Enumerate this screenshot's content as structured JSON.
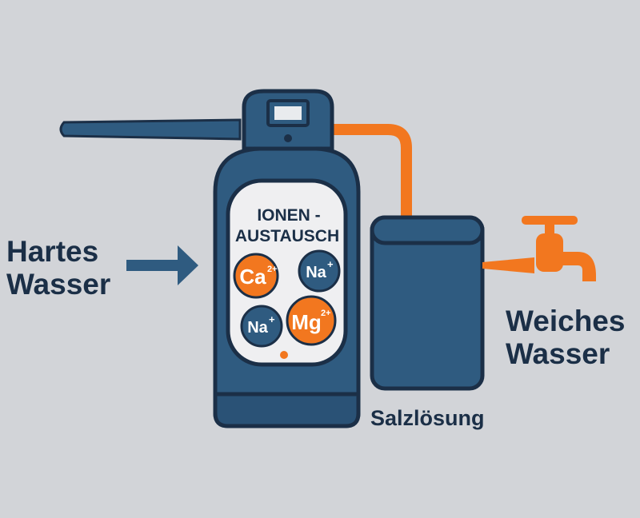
{
  "labels": {
    "input_line1": "Hartes",
    "input_line2": "Wasser",
    "output_line1": "Weiches",
    "output_line2": "Wasser",
    "brine": "Salzlösung"
  },
  "tank": {
    "title_line1": "IONEN -",
    "title_line2": "AUSTAUSCH"
  },
  "ions": [
    {
      "symbol": "Ca",
      "charge": "2+",
      "kind": "hard"
    },
    {
      "symbol": "Na",
      "charge": "+",
      "kind": "soft"
    },
    {
      "symbol": "Na",
      "charge": "+",
      "kind": "soft"
    },
    {
      "symbol": "Mg",
      "charge": "2+",
      "kind": "hard"
    }
  ],
  "colors": {
    "background": "#d2d4d8",
    "navy": "#1b2f47",
    "steel_blue": "#2f5b80",
    "orange": "#f2771f",
    "panel": "#efeff1"
  },
  "icons": [
    "flow-arrow-icon",
    "water-tap-icon",
    "control-head-icon"
  ]
}
